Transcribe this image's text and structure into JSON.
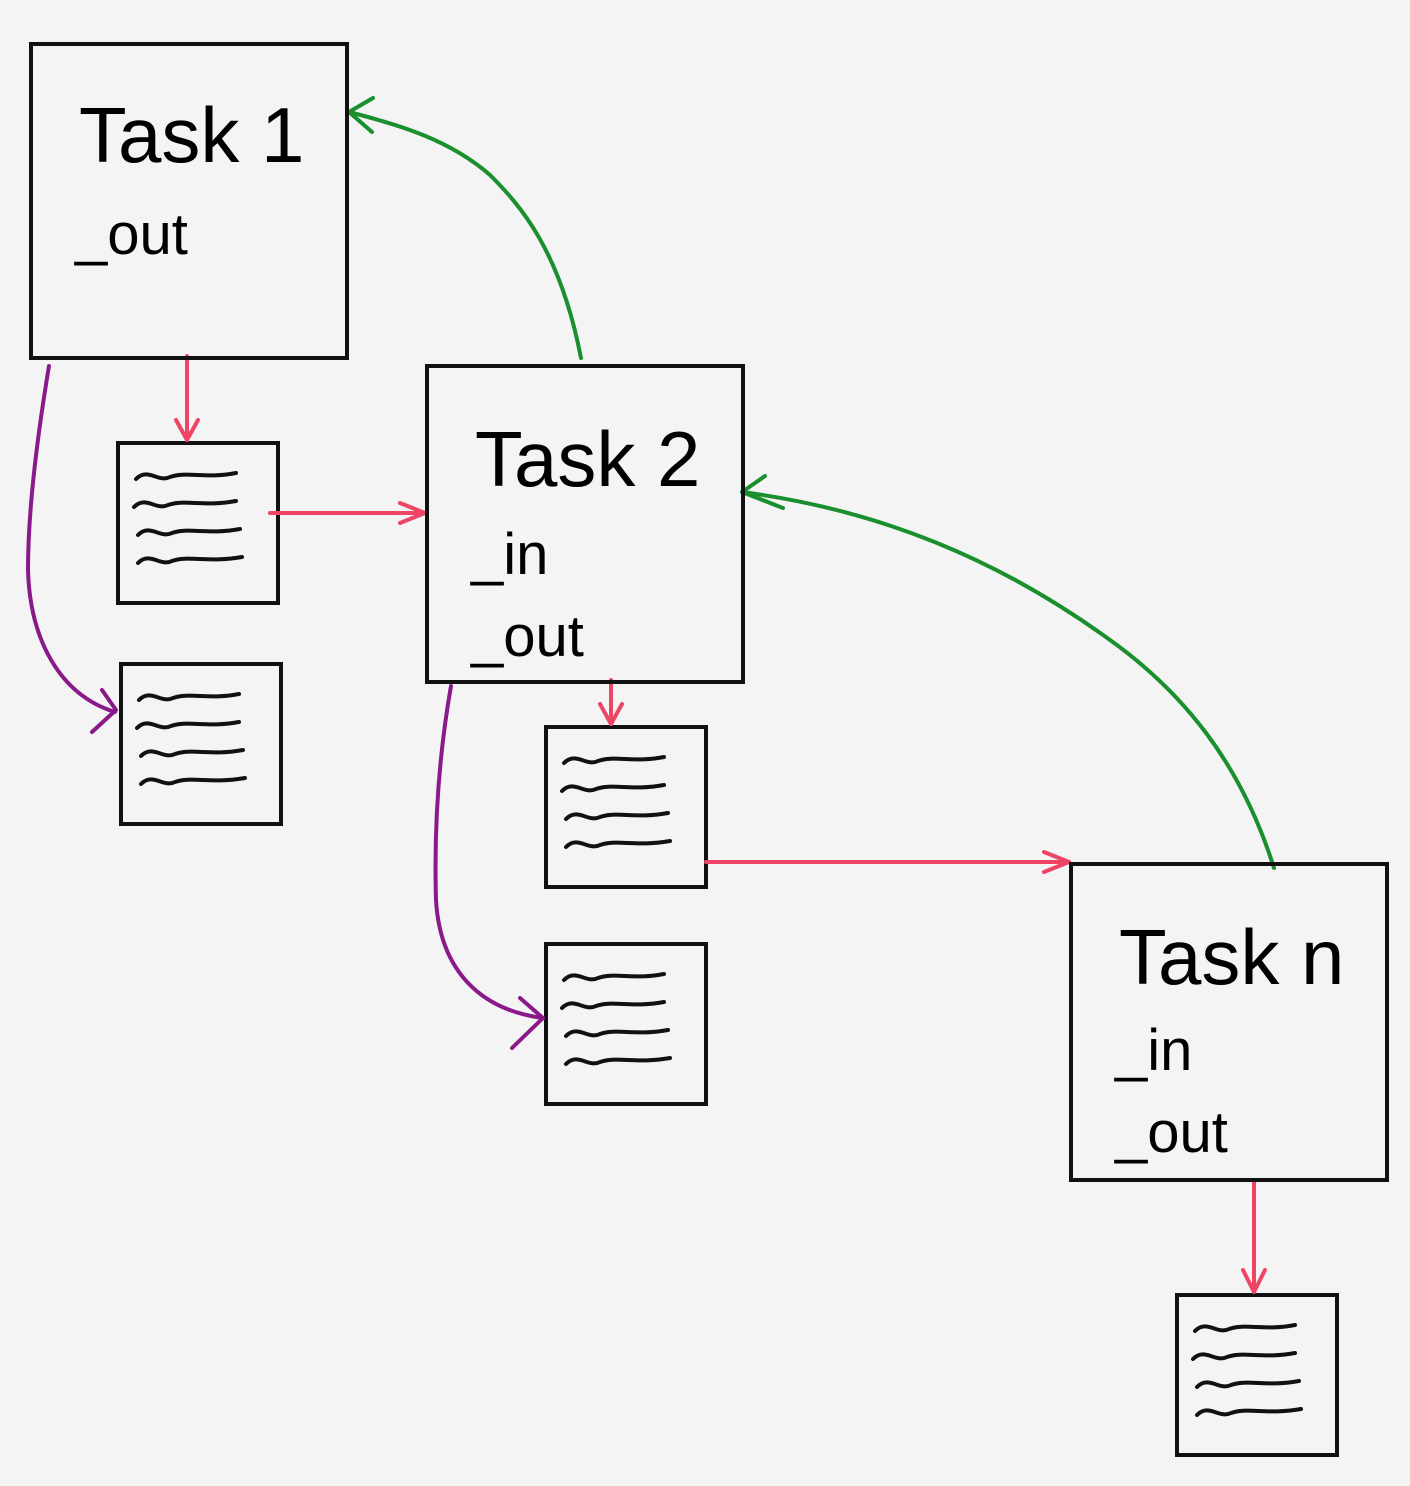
{
  "tasks": [
    {
      "title": "Task 1",
      "vars": [
        "_out"
      ]
    },
    {
      "title": "Task 2",
      "vars": [
        "_in",
        "_out"
      ]
    },
    {
      "title": "Task n",
      "vars": [
        "_in",
        "_out"
      ]
    }
  ],
  "colors": {
    "background": "#f4f4f4",
    "box_border": "#111111",
    "output_arrow": "#ee4466",
    "dependency_arrow": "#1a8f2e",
    "log_arrow": "#8a1a8a",
    "document_lines": "#111111"
  },
  "icons": [
    "document-icon"
  ]
}
